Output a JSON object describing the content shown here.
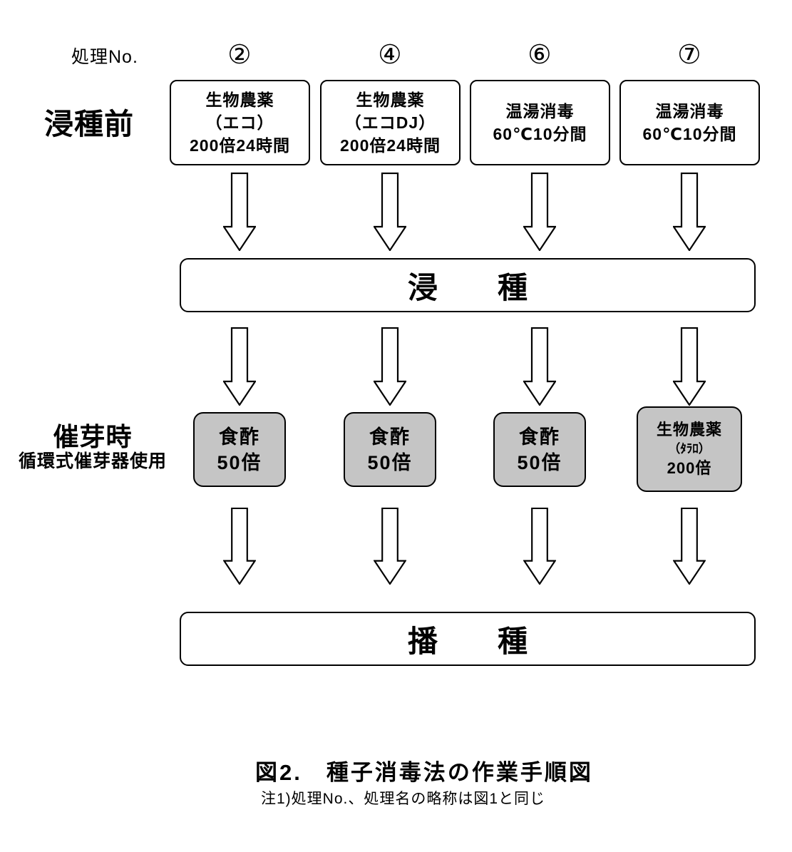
{
  "header": {
    "treatment_no_label": "処理No.",
    "numbers": [
      "②",
      "④",
      "⑥",
      "⑦"
    ]
  },
  "stage_labels": {
    "before_soaking": "浸種前",
    "at_germination": "催芽時",
    "germination_note": "循環式催芽器使用"
  },
  "pre_soak_boxes": [
    {
      "lines": [
        "生物農薬",
        "（エコ）",
        "200倍24時間"
      ]
    },
    {
      "lines": [
        "生物農薬",
        "（エコDJ）",
        "200倍24時間"
      ]
    },
    {
      "lines": [
        "温湯消毒",
        "60℃10分間"
      ]
    },
    {
      "lines": [
        "温湯消毒",
        "60℃10分間"
      ]
    }
  ],
  "soak_bar_label": "浸　　種",
  "germination_boxes": [
    {
      "lines": [
        "食酢",
        "50倍"
      ]
    },
    {
      "lines": [
        "食酢",
        "50倍"
      ]
    },
    {
      "lines": [
        "食酢",
        "50倍"
      ]
    },
    {
      "lines": [
        "生物農薬",
        "（ﾀﾗﾛ）",
        "200倍"
      ]
    }
  ],
  "sowing_bar_label": "播　　種",
  "caption": {
    "title": "図2.　種子消毒法の作業手順図",
    "note": "注1)処理No.、処理名の略称は図1と同じ"
  },
  "colors": {
    "background": "#ffffff",
    "line": "#000000",
    "gray_box_fill": "#c5c5c5",
    "arrow_fill": "#ffffff"
  }
}
